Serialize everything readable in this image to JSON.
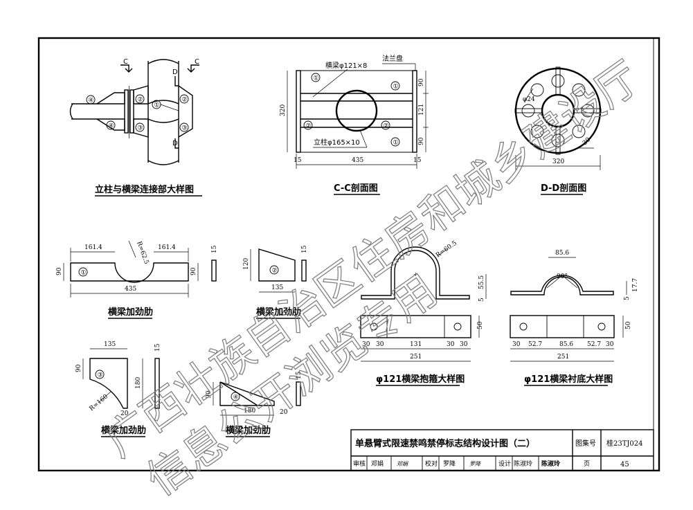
{
  "drawings": {
    "column_beam_detail": {
      "title": "立柱与横梁连接部大样图",
      "section_marks": [
        "C",
        "C",
        "D",
        "D"
      ],
      "parts": [
        "④",
        "④",
        "②",
        "②",
        "①",
        "③",
        "③"
      ]
    },
    "section_cc": {
      "title": "C-C剖面图",
      "label_beam": "横梁φ121×8",
      "label_flange": "法兰盘",
      "label_column": "立柱φ165×10",
      "parts": [
        "①",
        "①",
        "②",
        "②"
      ],
      "dims": {
        "height": "320",
        "top": "90",
        "mid": "121",
        "bottom": "90",
        "width": "435",
        "left_plate": "15",
        "right_plate": "15"
      }
    },
    "section_dd": {
      "title": "D-D剖面图",
      "hole": "φ24",
      "dims": {
        "width": "320",
        "corner": "30"
      }
    },
    "stiffener_1": {
      "title": "横梁加劲肋",
      "part": "①",
      "dims": {
        "left": "161.4",
        "right": "161.4",
        "radius": "R=62.5",
        "height_l": "90",
        "height_r": "90",
        "total": "435",
        "thickness": "15"
      }
    },
    "stiffener_2": {
      "title": "横梁加劲肋",
      "part": "②",
      "dims": {
        "height": "120",
        "width": "135",
        "thickness": "15"
      }
    },
    "stiffener_3": {
      "title": "横梁加劲肋",
      "part": "③",
      "dims": {
        "width": "135",
        "left": "90",
        "height": "180",
        "radius": "R=160",
        "bottom": "20",
        "thickness": "15"
      }
    },
    "stiffener_4": {
      "title": "横梁加劲肋",
      "part": "④",
      "dims": {
        "height": "90",
        "width": "180",
        "bottom": "20",
        "thickness": "15"
      }
    },
    "hoop": {
      "title": "φ121横梁抱箍大样图",
      "radius": "R=60.5",
      "dims": {
        "h1": "55.5",
        "h2": "5",
        "w1": "30",
        "w2": "30",
        "mid": "131",
        "w3": "30",
        "w4": "30",
        "total": "251",
        "height": "50"
      }
    },
    "liner": {
      "title": "φ121横梁衬底大样图",
      "angle": "90°",
      "dims": {
        "top": "85.6",
        "w1": "30",
        "w2": "52.7",
        "mid": "85.6",
        "w3": "52.7",
        "w4": "30",
        "total": "251",
        "height": "50",
        "h1": "17.7",
        "h2": "5"
      }
    }
  },
  "title_block": {
    "drawing_title": "单悬臂式限速禁鸣禁停标志结构设计图（二）",
    "atlas_label": "图集号",
    "atlas_no": "桂23TJ024",
    "review_label": "审核",
    "review_name": "邓娟",
    "review_sig": "邓娟",
    "check_label": "校对",
    "check_name": "罗降",
    "check_sig": "罗降",
    "design_label": "设计",
    "design_name": "陈淑玲",
    "design_sig": "陈淑玲",
    "page_label": "页",
    "page_no": "45"
  },
  "watermark": {
    "line1": "广西壮族自治区住房和城乡建设厅",
    "line2": "信息公开浏览专用"
  }
}
